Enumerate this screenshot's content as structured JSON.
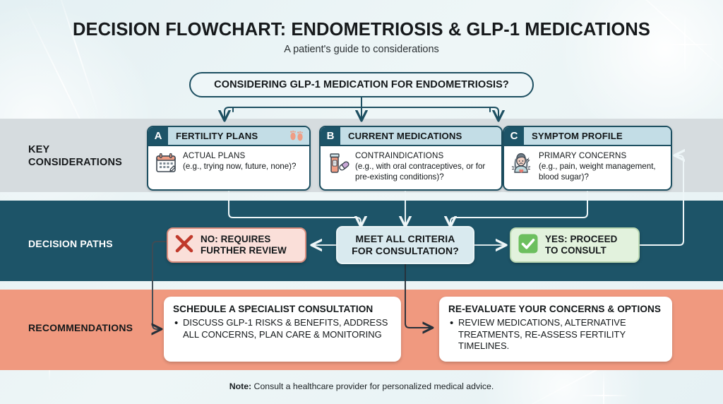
{
  "header": {
    "title": "DECISION FLOWCHART: ENDOMETRIOSIS & GLP-1 MEDICATIONS",
    "subtitle": "A patient's guide to considerations"
  },
  "start_box": {
    "label": "CONSIDERING GLP-1 MEDICATION FOR ENDOMETRIOSIS?"
  },
  "bands": {
    "key_considerations": {
      "label": "KEY CONSIDERATIONS",
      "bg": "#d6dcdf"
    },
    "decision_paths": {
      "label": "DECISION PATHS",
      "bg": "#1d5468"
    },
    "recommendations": {
      "label": "RECOMMENDATIONS",
      "bg": "#f0997f"
    }
  },
  "cards": [
    {
      "badge": "A",
      "title": "FERTILITY PLANS",
      "heading": "ACTUAL PLANS",
      "detail": "(e.g., trying now, future, none)?",
      "icon": "calendar-icon",
      "header_icon": "footprints-icon"
    },
    {
      "badge": "B",
      "title": "CURRENT MEDICATIONS",
      "heading": "CONTRAINDICATIONS",
      "detail": "(e.g., with oral contraceptives, or for pre-existing conditions)?",
      "icon": "pill-bottle-icon",
      "header_icon": null
    },
    {
      "badge": "C",
      "title": "SYMPTOM PROFILE",
      "heading": "PRIMARY CONCERNS",
      "detail": "(e.g., pain, weight management, blood sugar)?",
      "icon": "patient-pain-icon",
      "header_icon": "lightning-icon"
    }
  ],
  "decision": {
    "no_box": {
      "line1": "NO: REQUIRES",
      "line2": "FURTHER REVIEW",
      "icon": "x-mark-icon",
      "color": "#c0392b"
    },
    "criteria_box": {
      "line1": "MEET ALL CRITERIA",
      "line2": "FOR CONSULTATION?"
    },
    "yes_box": {
      "line1": "YES: PROCEED",
      "line2": "TO CONSULT",
      "icon": "check-mark-icon",
      "color": "#6cbf5e"
    }
  },
  "recommendations": [
    {
      "title": "SCHEDULE A SPECIALIST CONSULTATION",
      "bullets": [
        "DISCUSS GLP-1 RISKS & BENEFITS, ADDRESS ALL CONCERNS, PLAN CARE & MONITORING"
      ]
    },
    {
      "title": "RE-EVALUATE YOUR CONCERNS & OPTIONS",
      "bullets": [
        "REVIEW MEDICATIONS, ALTERNATIVE TREATMENTS, RE-ASSESS FERTILITY TIMELINES."
      ]
    }
  ],
  "footer": {
    "note_prefix": "Note:",
    "note_text": " Consult a healthcare provider for personalized medical advice."
  },
  "colors": {
    "dark_teal": "#1d5468",
    "salmon": "#f0997f",
    "light_gray": "#d6dcdf",
    "card_header_blue": "#c3dde6",
    "page_bg": "#eaf3f5"
  }
}
